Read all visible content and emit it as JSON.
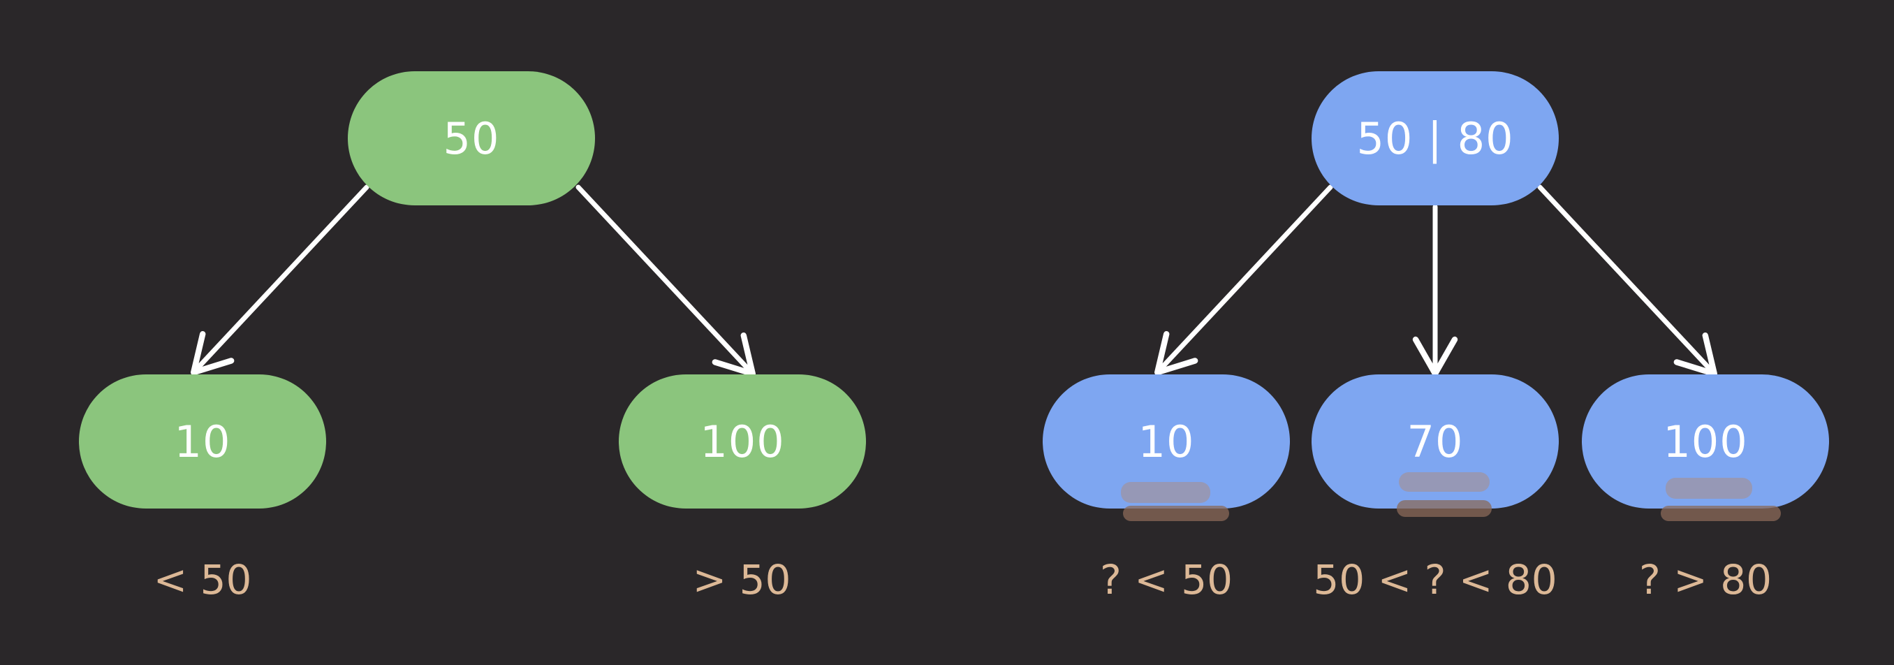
{
  "left_tree": {
    "root": "50",
    "left_child": "10",
    "right_child": "100",
    "left_condition": "< 50",
    "right_condition": "> 50",
    "color": "#8bc57d"
  },
  "right_tree": {
    "root": "50 | 80",
    "left_child": "10",
    "middle_child": "70",
    "right_child": "100",
    "left_condition": "? < 50",
    "middle_condition": "50 < ? < 80",
    "right_condition": "? > 80",
    "color": "#7ea6f1"
  },
  "colors": {
    "background": "#2a2729",
    "edge": "#ffffff",
    "condition_text": "#dcb896",
    "highlight_marks": "#8b6a58"
  }
}
